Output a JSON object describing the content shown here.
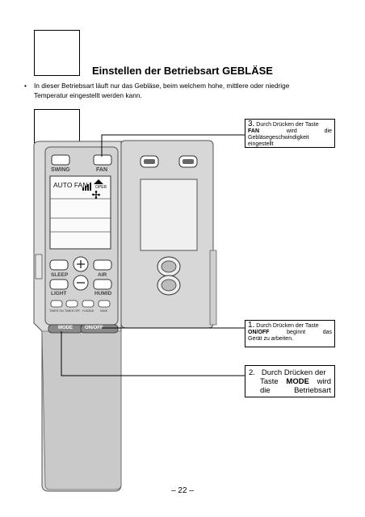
{
  "title": "Einstellen der Betriebsart GEBLÄSE",
  "intro": {
    "bullet": "•",
    "line1": "In dieser Betriebsart läuft nur das Gebläse, beim welchem hohe, mittlere oder niedrige",
    "line2": "Temperatur eingestellt werden kann."
  },
  "remote": {
    "swing": "SWING",
    "fan": "FAN",
    "display_mode": "AUTO FAN",
    "display_oper": "OPER",
    "sleep": "SLEEP",
    "air": "AIR",
    "light": "LIGHT",
    "humid": "HUMID",
    "timer_on": "TIMER ON",
    "timer_off": "TIMER OFF",
    "hmode": "H.MODE",
    "save": "SAVE",
    "mode": "MODE",
    "onoff": "ON/OFF"
  },
  "callouts": {
    "c3": {
      "num": "3.",
      "l1a": "Durch Drücken der Taste",
      "l2a": "FAN",
      "l2b": "wird die",
      "l3": "Gebläsegeschwindigkeit",
      "l4": "eingestellt"
    },
    "c1": {
      "num": "1.",
      "l1": "Durch Drücken der Taste",
      "l2a": "ON/OFF",
      "l2b": "beginnt das",
      "l3": "Gerät zu arbeiten."
    },
    "c2": {
      "num": "2.",
      "l1": "Durch Drücken der",
      "l2a": "Taste",
      "l2b": "MODE",
      "l2c": "wird",
      "l3a": "die",
      "l3b": "Betriebsart"
    }
  },
  "page_number": "– 22 –"
}
